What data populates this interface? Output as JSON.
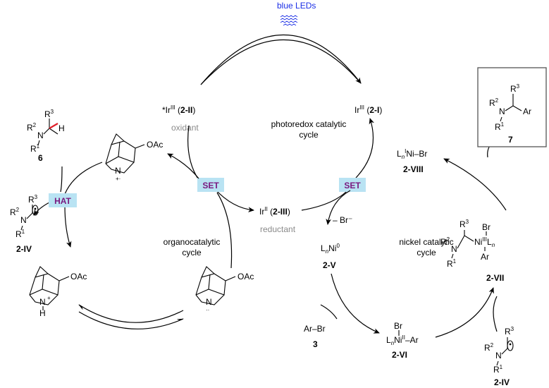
{
  "header": {
    "light_source": "blue LEDs"
  },
  "cycles": {
    "photoredox": {
      "line1": "photoredox catalytic",
      "line2": "cycle"
    },
    "organo": {
      "line1": "organocatalytic",
      "line2": "cycle"
    },
    "nickel": {
      "line1": "nickel catalytic",
      "line2": "cycle"
    }
  },
  "species": {
    "ir_excited": {
      "prefix": "*Ir",
      "ox": "III",
      "paren_open": " (",
      "code": "2-II",
      "paren_close": ")",
      "role": "oxidant"
    },
    "ir_ground": {
      "prefix": "Ir",
      "ox": "III",
      "paren_open": " (",
      "code": "2-I",
      "paren_close": ")"
    },
    "ir_reduced": {
      "prefix": "Ir",
      "ox": "II",
      "paren_open": " (",
      "code": "2-III",
      "paren_close": ")",
      "role": "reductant"
    },
    "ni_i": {
      "text": "LnINi–Br",
      "code": "2-VIII"
    },
    "ni_0": {
      "text": "LnNi0",
      "code": "2-V"
    },
    "ni_ii": {
      "text": "LnNiII–Ar",
      "code": "2-VI"
    },
    "ni_iii": {
      "code": "2-VII"
    },
    "radical_left": {
      "code": "2-IV"
    },
    "radical_right": {
      "code": "2-IV"
    },
    "amine": {
      "code": "6"
    },
    "product": {
      "code": "7"
    },
    "aryl_bromide": {
      "text": "Ar–Br",
      "code": "3"
    }
  },
  "labels": {
    "set_left": "SET",
    "set_right": "SET",
    "hat": "HAT",
    "bromide_loss": "– Br⁻",
    "oac": "OAc",
    "ar": "Ar",
    "br": "Br",
    "n": "N",
    "h": "H",
    "r1": "R",
    "r2": "R",
    "r3": "R",
    "sup1": "1",
    "sup2": "2",
    "sup3": "3",
    "plus": "+",
    "radcation": "+·",
    "lone_pair": "··"
  },
  "colors": {
    "set_bg": "#b9e3f3",
    "hat_bg": "#b9e3f3",
    "set_text": "#7a1a80",
    "highlight_bond": "#e0202a",
    "led_blue": "#1a2ee6",
    "gray_text": "#8a8a8a"
  }
}
